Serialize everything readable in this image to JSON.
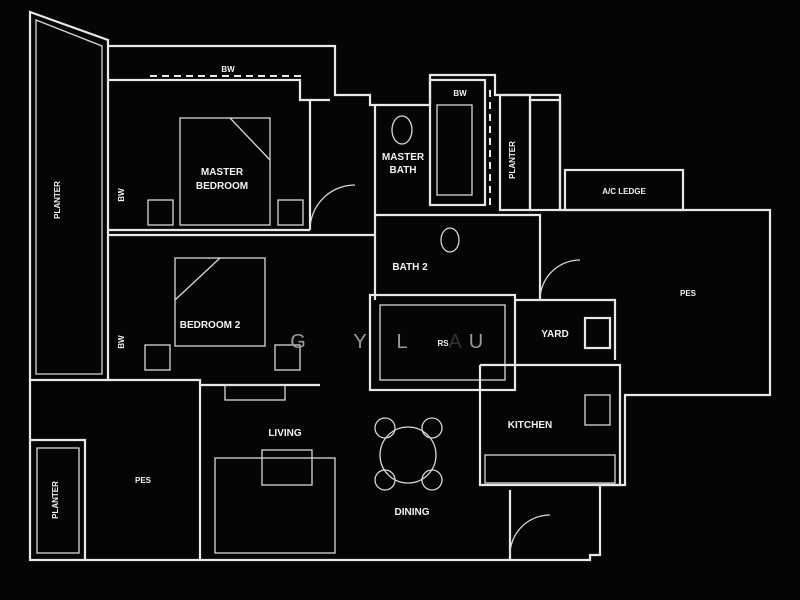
{
  "rooms": {
    "planter_left_top": "PLANTER",
    "bw_top": "BW",
    "master_bedroom_1": "MASTER",
    "master_bedroom_2": "BEDROOM",
    "bw_master": "BW",
    "bedroom2": "BEDROOM 2",
    "bw_bed2": "BW",
    "master_bath_1": "MASTER",
    "master_bath_2": "BATH",
    "bw_bath": "BW",
    "planter_mid": "PLANTER",
    "ac_ledge": "A/C LEDGE",
    "bath2": "BATH 2",
    "pes_right": "PES",
    "yard": "YARD",
    "rs": "RS",
    "living": "LIVING",
    "kitchen": "KITCHEN",
    "dining": "DINING",
    "pes_left": "PES",
    "planter_left_bottom": "PLANTER"
  },
  "watermark": [
    "G",
    "Y",
    "L",
    "A",
    "U"
  ]
}
